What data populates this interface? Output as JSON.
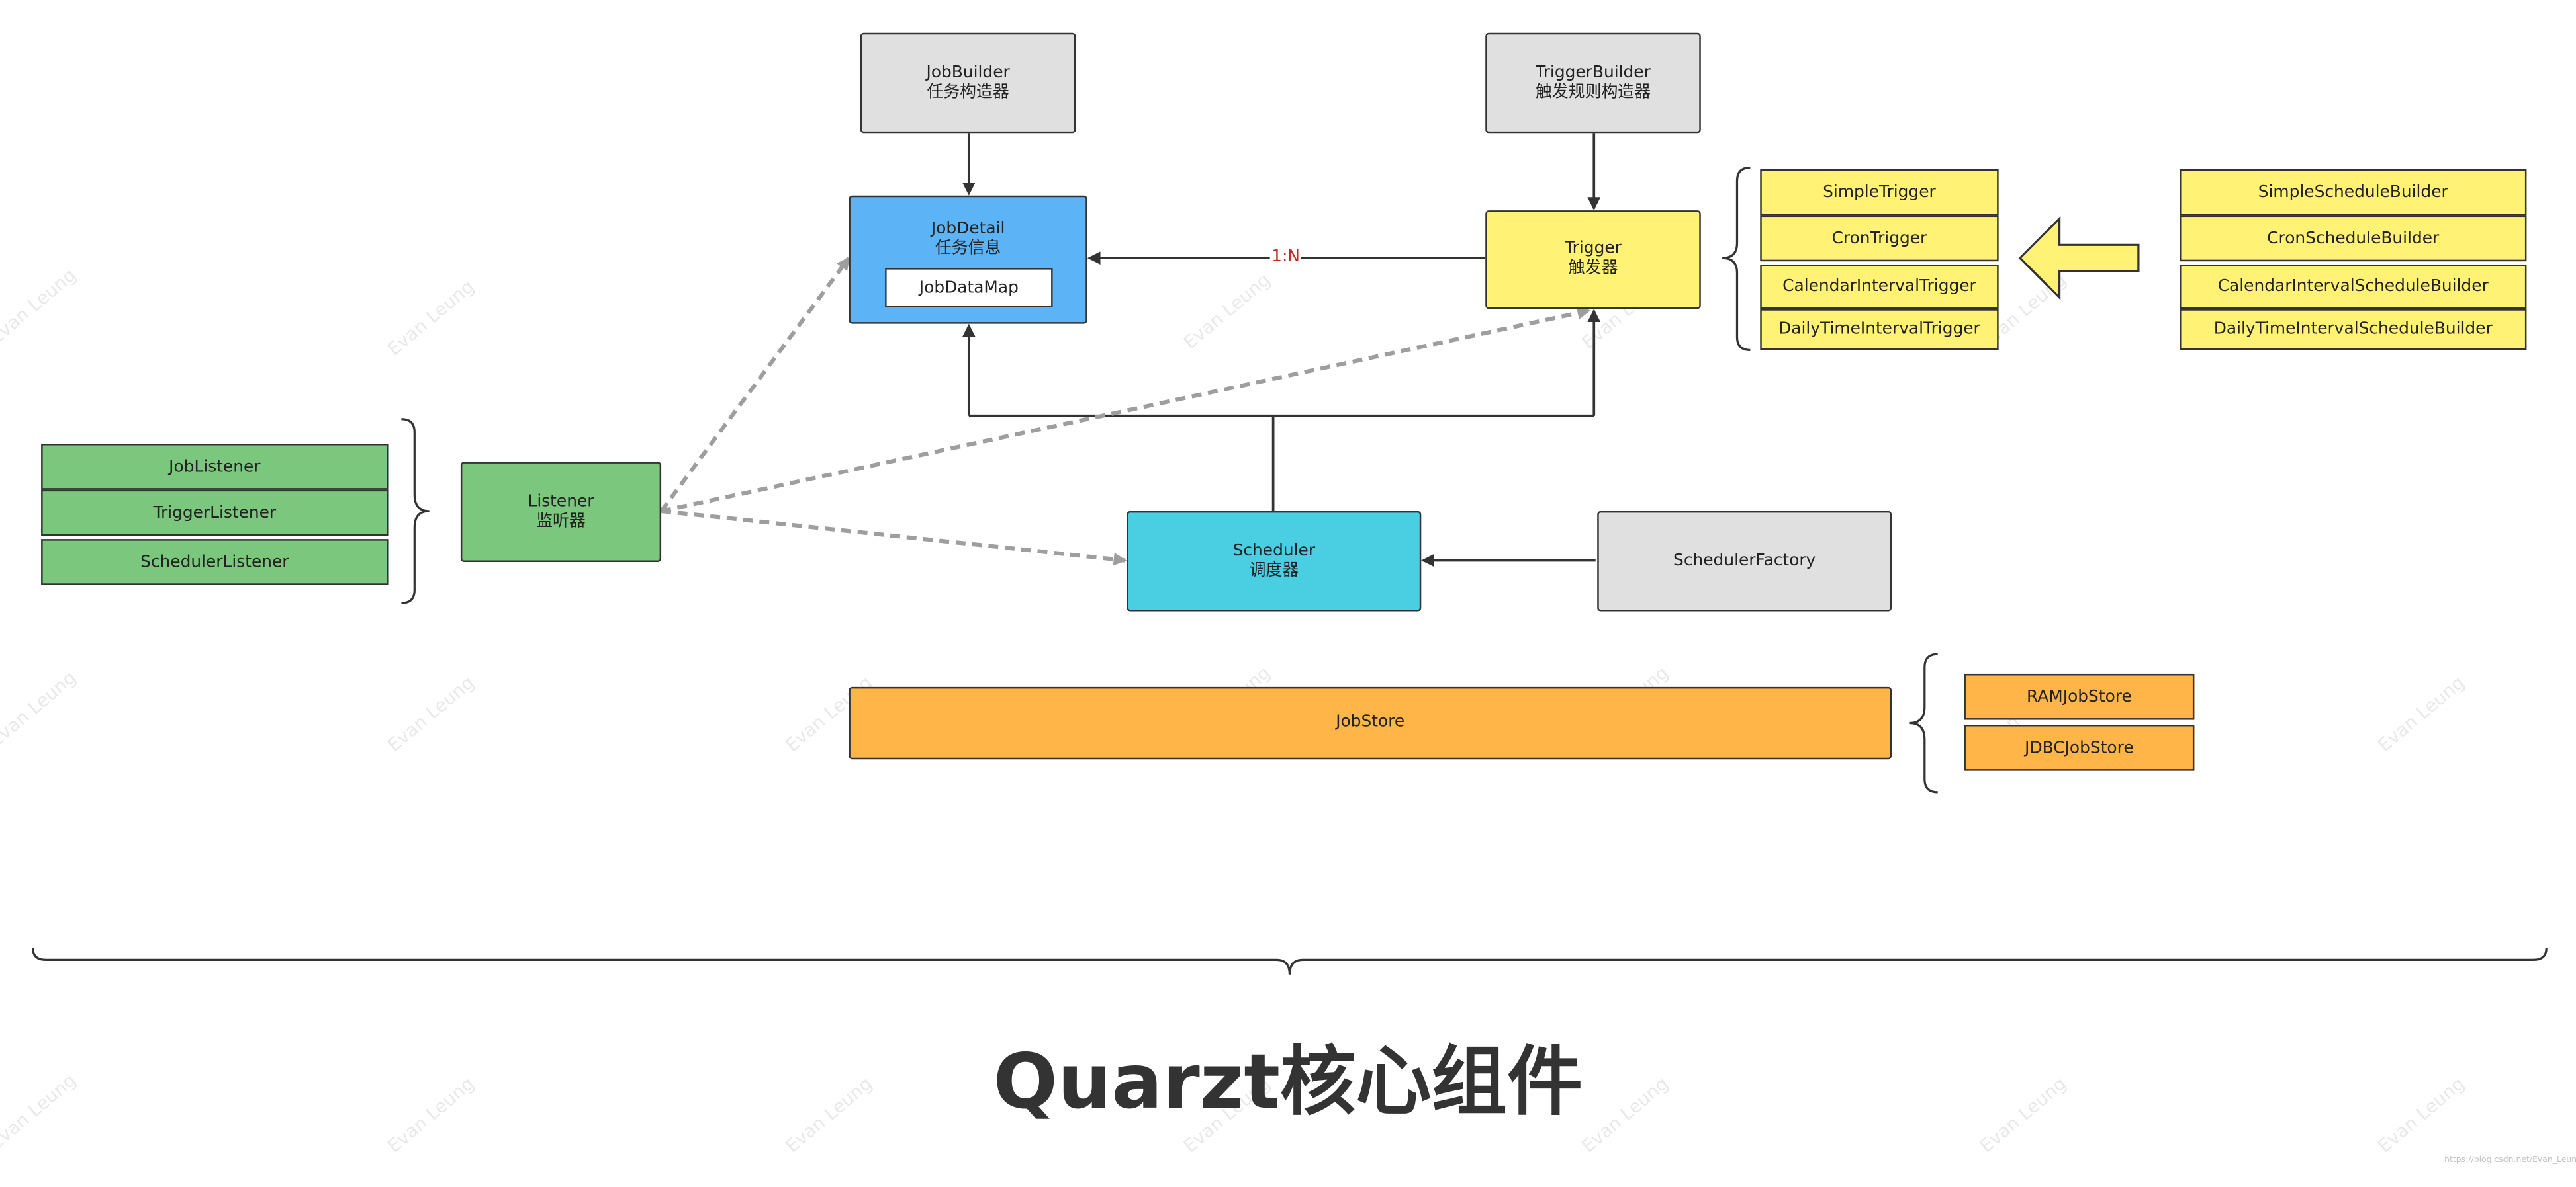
{
  "watermark_text": "Evan Leung",
  "nodes": {
    "job_builder": {
      "name": "JobBuilder",
      "sub": "任务构造器"
    },
    "trigger_builder": {
      "name": "TriggerBuilder",
      "sub": "触发规则构造器"
    },
    "job_detail": {
      "name": "JobDetail",
      "sub": "任务信息",
      "job_data_map": "JobDataMap"
    },
    "trigger": {
      "name": "Trigger",
      "sub": "触发器"
    },
    "listener": {
      "name": "Listener",
      "sub": "监听器"
    },
    "scheduler": {
      "name": "Scheduler",
      "sub": "调度器"
    },
    "scheduler_factory": {
      "name": "SchedulerFactory"
    },
    "job_store": {
      "name": "JobStore"
    }
  },
  "trigger_types": [
    "SimpleTrigger",
    "CronTrigger",
    "CalendarIntervalTrigger",
    "DailyTimeIntervalTrigger"
  ],
  "schedule_builders": [
    "SimpleScheduleBuilder",
    "CronScheduleBuilder",
    "CalendarIntervalScheduleBuilder",
    "DailyTimeIntervalScheduleBuilder"
  ],
  "listener_types": [
    "JobListener",
    "TriggerListener",
    "SchedulerListener"
  ],
  "job_store_types": [
    "RAMJobStore",
    "JDBCJobStore"
  ],
  "relation_label": "1:N",
  "title": "Quarzt核心组件",
  "credit": "https://blog.csdn.net/Evan_Leung",
  "colors": {
    "builder": "#e0e0e0",
    "job_detail": "#5cb3f5",
    "trigger": "#fff275",
    "listener": "#7cc77e",
    "scheduler": "#4acfe2",
    "job_store": "#ffb547",
    "dashed_arrow": "#9e9e9e",
    "label": "#c62828"
  }
}
